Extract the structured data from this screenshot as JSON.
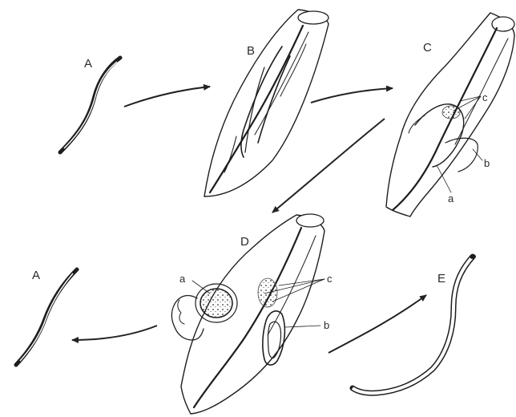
{
  "labels": {
    "A1": "A",
    "B": "B",
    "C": "C",
    "C_a": "a",
    "C_b": "b",
    "C_c": "c",
    "D": "D",
    "D_a": "a",
    "D_b": "b",
    "D_c": "c",
    "A2": "A",
    "E": "E"
  }
}
